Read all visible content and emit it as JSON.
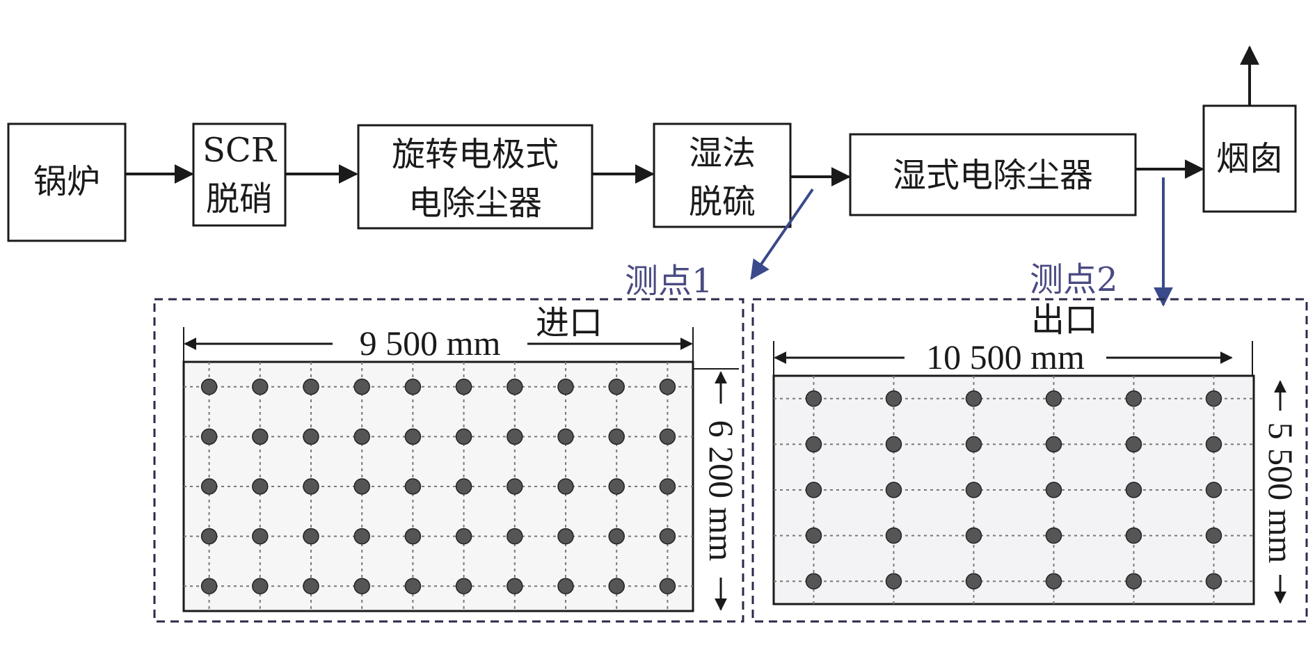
{
  "flow": {
    "boiler": "锅炉",
    "scr_line1": "SCR",
    "scr_line2": "脱硝",
    "esp_line1": "旋转电极式",
    "esp_line2": "电除尘器",
    "fgd_line1": "湿法",
    "fgd_line2": "脱硫",
    "wesp": "湿式电除尘器",
    "chimney": "烟囱"
  },
  "probes": {
    "p1_label": "测点1",
    "p2_label": "测点2"
  },
  "inlet": {
    "label": "进口",
    "width": "9 500 mm",
    "height": "6 200 mm",
    "grid_cols": 10,
    "grid_rows": 5
  },
  "outlet": {
    "label": "出口",
    "width": "10 500 mm",
    "height": "5 500 mm",
    "grid_cols": 6,
    "grid_rows": 5
  },
  "colors": {
    "line": "#1a1a1a",
    "probe_arrow": "#3a4a8a",
    "dashed_frame": "#2a2a4a",
    "grid_dot": "#555555"
  }
}
